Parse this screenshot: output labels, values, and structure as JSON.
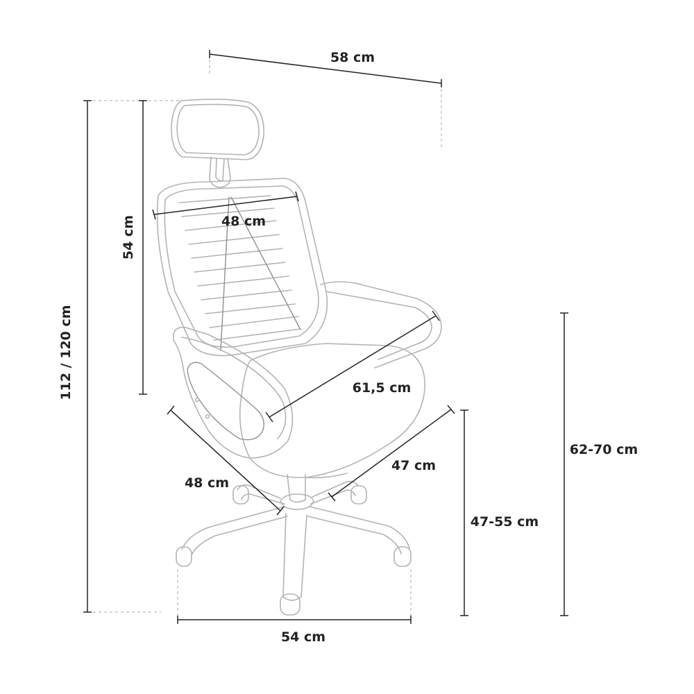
{
  "dimensions": {
    "top_width": "58 cm",
    "backrest_width": "48 cm",
    "backrest_height": "54 cm",
    "total_height": "112 / 120 cm",
    "armrest_width": "61,5 cm",
    "seat_depth": "48 cm",
    "seat_width": "47 cm",
    "seat_height": "47-55 cm",
    "armrest_height": "62-70 cm",
    "base_width": "54 cm"
  }
}
